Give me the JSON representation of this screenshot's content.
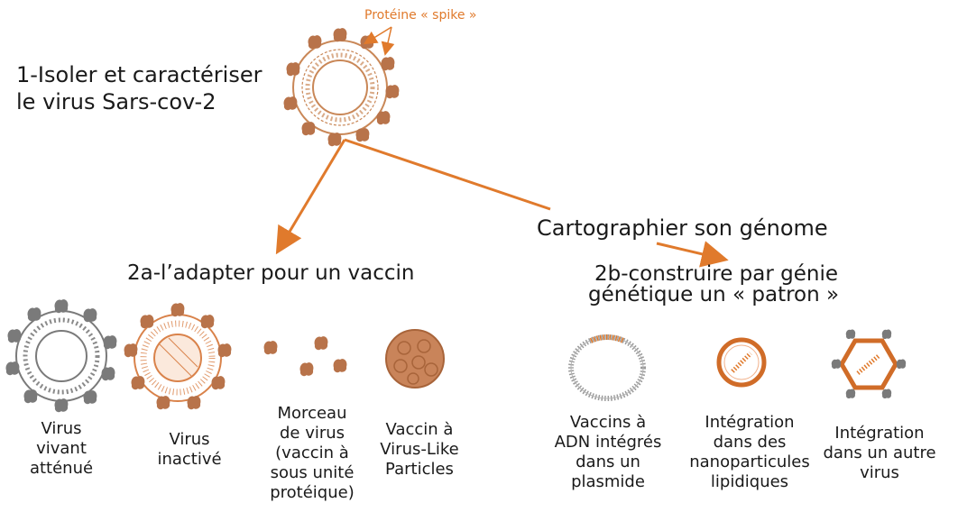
{
  "spike_label": "Protéine « spike »",
  "step1": {
    "line1": "1-Isoler et caractériser",
    "line2": "le virus Sars-cov-2"
  },
  "map_genome": "Cartographier son génome",
  "step2a": "2a-l’adapter pour un vaccin",
  "step2b": {
    "line1": "2b-construire par génie",
    "line2": "génétique un « patron »"
  },
  "vaccines_2a": [
    {
      "lines": [
        "Virus",
        "vivant",
        "atténué"
      ]
    },
    {
      "lines": [
        "Virus",
        "inactivé"
      ]
    },
    {
      "lines": [
        "Morceau",
        "de virus",
        "(vaccin à",
        "sous unité",
        "protéique)"
      ]
    },
    {
      "lines": [
        "Vaccin à",
        "Virus-Like",
        "Particles"
      ]
    }
  ],
  "vaccines_2b": [
    {
      "lines": [
        "Vaccins à",
        "ADN intégrés",
        "dans un",
        "plasmide"
      ]
    },
    {
      "lines": [
        "Intégration",
        "dans des",
        "nanoparticules",
        "lipidiques"
      ]
    },
    {
      "lines": [
        "Intégration",
        "dans un autre",
        "virus"
      ]
    }
  ],
  "colors": {
    "accent": "#e07a2c",
    "spike": "#b8734a",
    "grey_virus": "#7a7a7a",
    "text": "#1a1a1a"
  }
}
